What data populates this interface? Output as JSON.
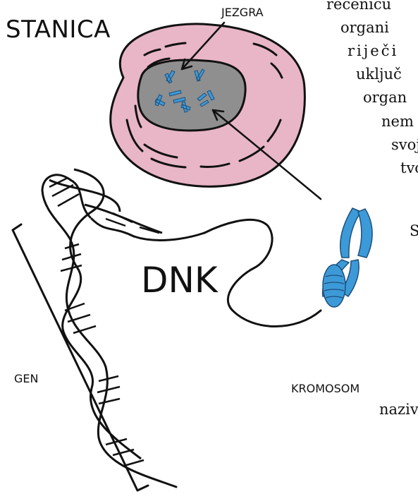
{
  "labels": {
    "stanica": "STANICA",
    "jezgra": "JEZGRA",
    "dnk": "DNK",
    "kromosom": "KROMOSOM",
    "gen": "GEN"
  },
  "side_text": [
    "rečenicu",
    "organi",
    "riječi",
    "uključ",
    "organ",
    "nem",
    "svoj",
    "tvo",
    "S",
    "naziv"
  ],
  "colors": {
    "cell_fill": "#e8b6c6",
    "nucleus_fill": "#8f8f8f",
    "chromosome": "#3d9ad8",
    "ink": "#111111"
  }
}
